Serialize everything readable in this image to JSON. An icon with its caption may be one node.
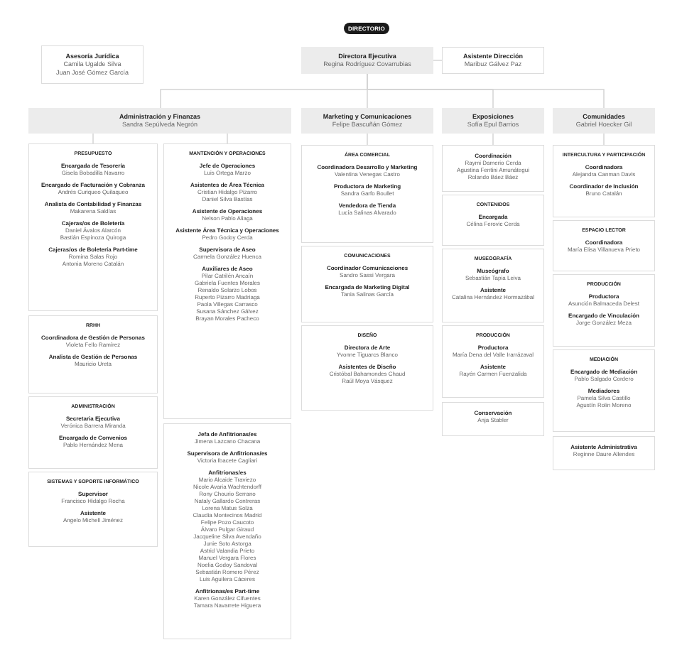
{
  "diagram": {
    "nodes": [
      {
        "text": [
          "DIRECTORIO"
        ]
      },
      {
        "text": [
          "Asesoría Jurídica",
          "Camila Ugalde Silva",
          "Juan José Gómez García"
        ]
      },
      {
        "text": [
          "Directora Ejecutiva",
          "Regina Rodríguez Covarrubias"
        ]
      },
      {
        "text": [
          "Asistente Dirección",
          "Maribuz Gálvez Paz"
        ]
      },
      {
        "text": [
          "Administración y Finanzas",
          "Sandra Sepúlveda Negrón"
        ]
      },
      {
        "text": [
          "Marketing y Comunicaciones",
          "Felipe Bascuñán Gómez"
        ]
      },
      {
        "text": [
          "Exposiciones",
          "Sofía Epul Barrios"
        ]
      },
      {
        "text": [
          "Comunidades",
          "Gabriel Hoecker Gil"
        ]
      },
      {
        "text": [
          "PRESUPUESTO",
          "Encargada de Tesorería",
          "Gisela Bobadilla Navarro",
          "Encargado de Facturación y Cobranza",
          "Andrés Curiqueo Quilaqueo",
          "Analista de Contabilidad y Finanzas",
          "Makarena Saldías",
          "Cajeras/os de Boletería",
          "Daniel Ávalos Alarcón",
          "Bastián Espinoza Quiroga",
          "Cajeras/os de Boletería Part-time",
          "Romina Salas Rojo",
          "Antonia Moreno Catalán"
        ]
      },
      {
        "text": [
          "RRHH",
          "Coordinadora de Gestión de Personas",
          "Violeta Fello Ramírez",
          "Analista de Gestión de Personas",
          "Mauricio Ureta"
        ]
      },
      {
        "text": [
          "ADMINISTRACIÓN",
          "Secretaria Ejecutiva",
          "Verónica Barrera Miranda",
          "Encargado de Convenios",
          "Pablo Hernández Mena"
        ]
      },
      {
        "text": [
          "SISTEMAS Y SOPORTE INFORMÁTICO",
          "Supervisor",
          "Francisco Hidalgo Rocha",
          "Asistente",
          "Angelo Michell Jiménez"
        ]
      },
      {
        "text": [
          "MANTENCIÓN Y OPERACIONES",
          "Jefe de Operaciones",
          "Luis Ortega Marzo",
          "Asistentes de Área Técnica",
          "Cristian Hidalgo Pizarro",
          "Daniel Silva Bastías",
          "Asistente de Operaciones",
          "Nelson Pablo Aliaga",
          "Asistente Área Técnica y Operaciones",
          "Pedro Godoy Cerda",
          "Supervisora de Aseo",
          "Carmela González Huenca",
          "Auxiliares de Aseo",
          "Pilar Catrilén Ancaín",
          "Gabriela Fuentes Morales",
          "Renaldo Solarzo Lobos",
          "Ruperto Pizarro Madriaga",
          "Paola Villegas Carrasco",
          "Susana Sánchez Gálvez",
          "Brayan Morales Pacheco"
        ]
      },
      {
        "text": [
          "Jefa de Anfitrionas/es",
          "Jimena Lazcano Chacana",
          "Supervisora de Anfitrionas/es",
          "Victoria Ibacete Cagliari",
          "Anfitrionas/es",
          "Mario Alcaide Traviezo",
          "Nicole Avaria Wachtendorff",
          "Rony Chourio Serrano",
          "Nataly Gallardo Contreras",
          "Lorena Matus Solza",
          "Claudia Montecinos Madrid",
          "Felipe Pozo Caucoto",
          "Álvaro Pulgar Giraud",
          "Jacqueline Silva Avendaño",
          "Junie Soto Astorga",
          "Astrid Valandia Prieto",
          "Manuel Vergara Flores",
          "Noelia Godoy Sandoval",
          "Sebastián Romero Pérez",
          "Luis Aguilera Cáceres",
          "Anfitrionas/es Part-time",
          "Karen González Cifuentes",
          "Tamara Navarrete Higuera"
        ]
      },
      {
        "text": [
          "ÁREA COMERCIAL",
          "Coordinadora Desarrollo y Marketing",
          "Valentina Venegas Castro",
          "Productora de Marketing",
          "Sandra Garfo Boullet",
          "Vendedora de Tienda",
          "Lucía Salinas Alvarado"
        ]
      },
      {
        "text": [
          "COMUNICACIONES",
          "Coordinador Comunicaciones",
          "Sandro Sassi Vergara",
          "Encargada de Marketing Digital",
          "Tania Salinas García"
        ]
      },
      {
        "text": [
          "DISEÑO",
          "Directora de Arte",
          "Yvonne Tiguarcs Blanco",
          "Asistentes de Diseño",
          "Cristóbal Bahamondes Chaud",
          "Raúl Moya Vásquez"
        ]
      },
      {
        "text": [
          "Coordinación",
          "Raymi Damerio Cerda",
          "Agustina Fentini Amunátegui",
          "Rolando Báez Báez"
        ]
      },
      {
        "text": [
          "CONTENIDOS",
          "Encargada",
          "Célina Ferovic Cerda"
        ]
      },
      {
        "text": [
          "MUSEOGRAFÍA",
          "Museógrafo",
          "Sebastián Tapia Leiva",
          "Asistente",
          "Catalina Hernández Hormazábal"
        ]
      },
      {
        "text": [
          "PRODUCCIÓN",
          "Productora",
          "María Dena del Valle Irarrázaval",
          "Asistente",
          "Rayén Carmen Fuenzalida"
        ]
      },
      {
        "text": [
          "Conservación",
          "Anja Stabler"
        ]
      },
      {
        "text": [
          "INTERCULTURA Y PARTICIPACIÓN",
          "Coordinadora",
          "Alejandra Canman Davis",
          "Coordinador de Inclusión",
          "Bruno Catalán"
        ]
      },
      {
        "text": [
          "ESPACIO LECTOR",
          "Coordinadora",
          "María Elisa Villanueva Prieto"
        ]
      },
      {
        "text": [
          "PRODUCCIÓN",
          "Productora",
          "Asunción Balmaceda Delest",
          "Encargado de Vinculación",
          "Jorge González Meza"
        ]
      },
      {
        "text": [
          "MEDIACIÓN",
          "Encargado de Mediación",
          "Pablo Salgado Cordero",
          "Mediadores",
          "Pamela Silva Castillo",
          "Agustín Rolin Moreno"
        ]
      },
      {
        "text": [
          "Asistente Administrativa",
          "Reginne Daure Allendes"
        ]
      }
    ],
    "edges": [
      {
        "from": 2,
        "to": 3,
        "arrow": "none"
      },
      {
        "from": 2,
        "to": 4,
        "arrow": "none"
      },
      {
        "from": 2,
        "to": 5,
        "arrow": "none"
      },
      {
        "from": 2,
        "to": 6,
        "arrow": "none"
      },
      {
        "from": 2,
        "to": 7,
        "arrow": "none"
      },
      {
        "from": 4,
        "to": 8,
        "arrow": "none"
      },
      {
        "from": 4,
        "to": 12,
        "arrow": "none"
      },
      {
        "from": 5,
        "to": 14,
        "arrow": "none"
      },
      {
        "from": 6,
        "to": 17,
        "arrow": "none"
      },
      {
        "from": 7,
        "to": 22,
        "arrow": "none"
      }
    ]
  }
}
